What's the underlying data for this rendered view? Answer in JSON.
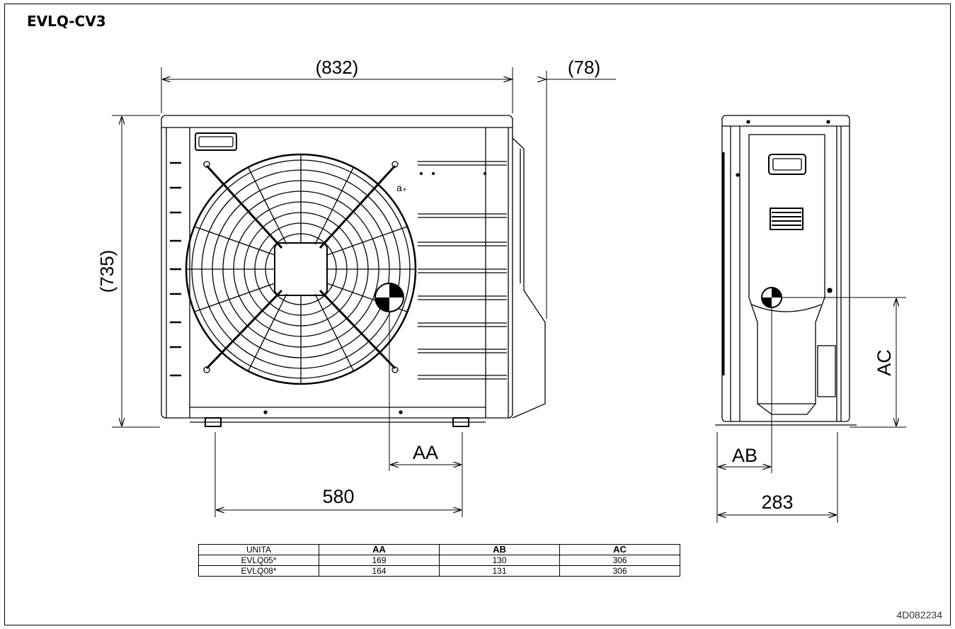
{
  "title": "EVLQ-CV3",
  "doc_code": "4D082234",
  "dimensions": {
    "width_overall": "(832)",
    "depth_protrusion": "(78)",
    "height_overall": "(735)",
    "foot_span": "580",
    "depth_total": "283",
    "label_aa": "AA",
    "label_ab": "AB",
    "label_ac": "AC"
  },
  "table": {
    "headers": [
      "UNITA",
      "AA",
      "AB",
      "AC"
    ],
    "rows": [
      [
        "EVLQ05*",
        "169",
        "130",
        "306"
      ],
      [
        "EVLQ08*",
        "164",
        "131",
        "306"
      ]
    ]
  }
}
